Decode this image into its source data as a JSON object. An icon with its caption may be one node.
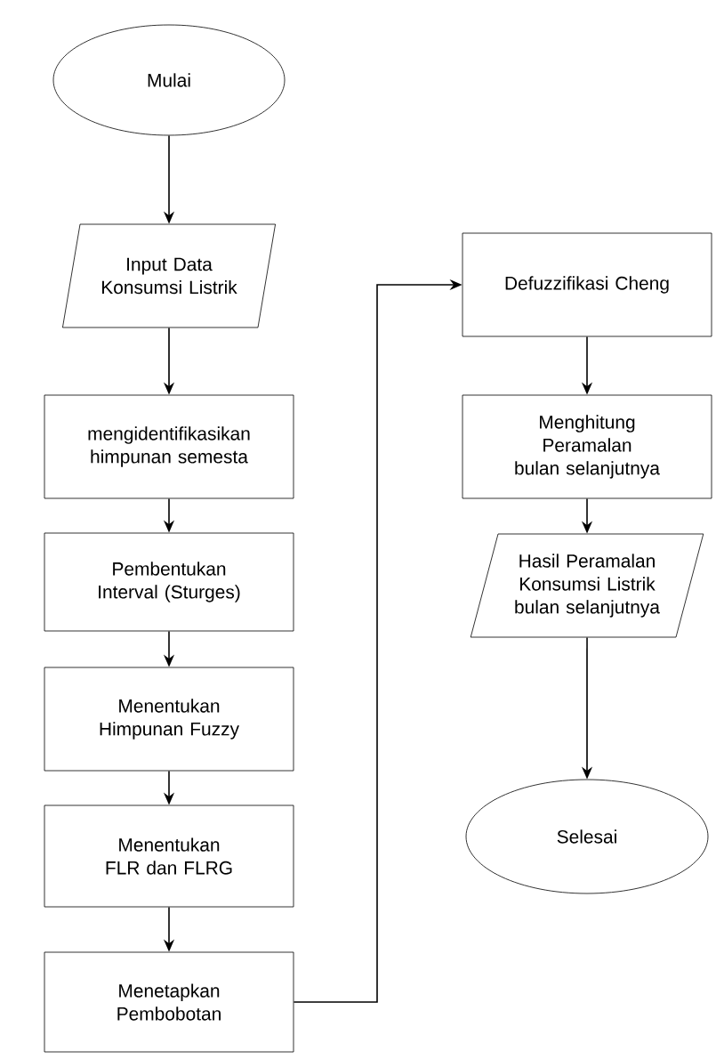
{
  "diagram": {
    "nodes": [
      {
        "text": [
          "Mulai"
        ]
      },
      {
        "text": [
          "Input Data Konsumsi Listrik"
        ]
      },
      {
        "text": [
          "mengidentifikasikan himpunan semesta"
        ]
      },
      {
        "text": [
          "Pembentukan Interval (Sturges)"
        ]
      },
      {
        "text": [
          "Menentukan Himpunan Fuzzy"
        ]
      },
      {
        "text": [
          "Menentukan FLR dan FLRG"
        ]
      },
      {
        "text": [
          "Menetapkan Pembobotan"
        ]
      },
      {
        "text": [
          "Defuzzifikasi Cheng"
        ]
      },
      {
        "text": [
          "Menghitung Peramalan bulan selanjutnya"
        ]
      },
      {
        "text": [
          "Hasil Peramalan Konsumsi Listrik bulan selanjutnya"
        ]
      },
      {
        "text": [
          "Selesai"
        ]
      }
    ],
    "edges": [
      {
        "from": 0,
        "to": 1,
        "arrow": "to"
      },
      {
        "from": 1,
        "to": 2,
        "arrow": "to"
      },
      {
        "from": 2,
        "to": 3,
        "arrow": "to"
      },
      {
        "from": 3,
        "to": 4,
        "arrow": "to"
      },
      {
        "from": 4,
        "to": 5,
        "arrow": "to"
      },
      {
        "from": 5,
        "to": 6,
        "arrow": "to"
      },
      {
        "from": 6,
        "to": 7,
        "arrow": "to"
      },
      {
        "from": 7,
        "to": 8,
        "arrow": "to"
      },
      {
        "from": 8,
        "to": 9,
        "arrow": "to"
      },
      {
        "from": 9,
        "to": 10,
        "arrow": "to"
      }
    ]
  }
}
